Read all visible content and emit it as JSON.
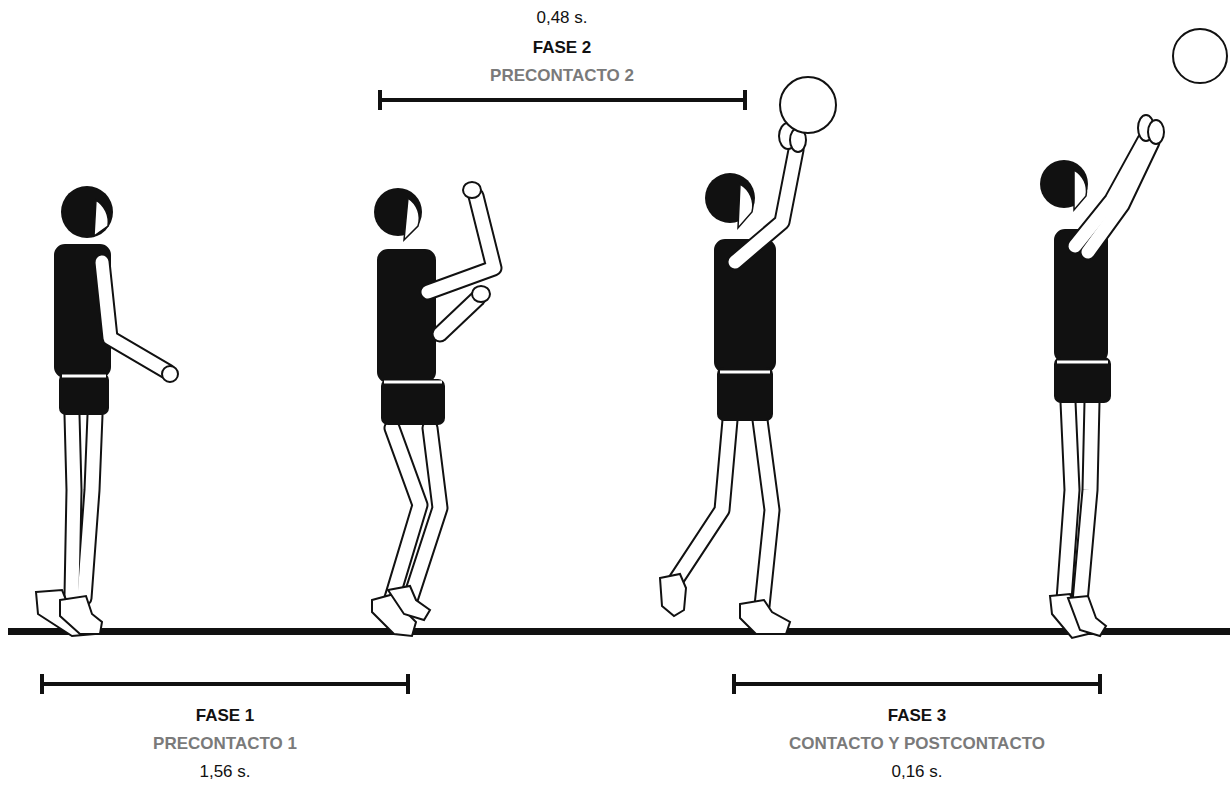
{
  "diagram": {
    "labels": [
      "0,48 s.",
      "FASE 2",
      "PRECONTACTO 2",
      "FASE 1",
      "PRECONTACTO 1",
      "1,56 s.",
      "FASE 3",
      "CONTACTO Y POSTCONTACTO",
      "0,16 s."
    ]
  }
}
